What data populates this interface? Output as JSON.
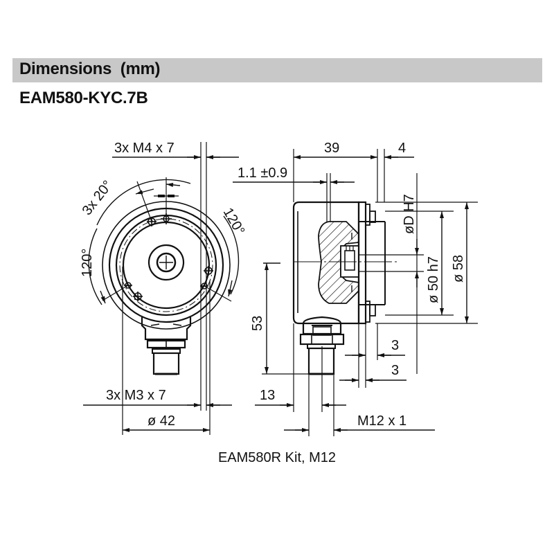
{
  "header": {
    "section_title": "Dimensions  (mm)",
    "model": "EAM580-KYC.7B",
    "bar_color": "#c8c8c8"
  },
  "caption": "EAM580R Kit, M12",
  "front_view": {
    "labels": {
      "screws_top": "3x M4 x 7",
      "angle_small": "3x 20°",
      "angle_right": "120°",
      "angle_left": "120°",
      "screws_bottom": "3x M3 x 7",
      "diameter": "ø 42"
    }
  },
  "side_view": {
    "labels": {
      "length": "39",
      "flange": "4",
      "gap": "1.1 ±0.9",
      "bore": "øD H7",
      "spigot": "ø 50 h7",
      "outer_diameter": "ø 58",
      "height": "53",
      "step_a": "3",
      "step_b": "3",
      "connector_offset": "13",
      "thread": "M12 x 1"
    }
  }
}
